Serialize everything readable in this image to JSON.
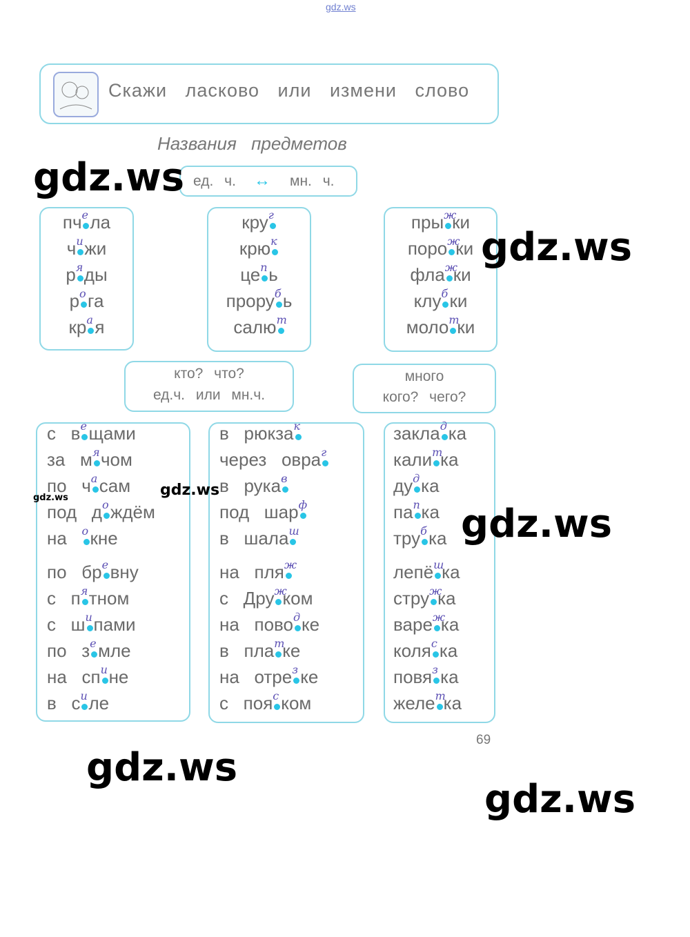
{
  "watermark": "gdz.ws",
  "header": {
    "title": "Скажи ласково или измени слово"
  },
  "subtitle": "Названия предметов",
  "pill": {
    "left": "ед. ч.",
    "arrow": "↔",
    "right": "мн. ч."
  },
  "box_q1": {
    "line1": "кто? что?",
    "line2": "ед.ч. или мн.ч."
  },
  "box_q2": {
    "line1": "много",
    "line2": "кого? чего?"
  },
  "page_number": "69",
  "colors": {
    "border": "#8fd8e6",
    "dot": "#29c5e6",
    "handwriting": "#5b4fb3"
  },
  "columns_top": [
    [
      {
        "pre": "пч",
        "hw": "е",
        "post": "ла"
      },
      {
        "pre": "ч",
        "hw": "и",
        "post": "жи"
      },
      {
        "pre": "р",
        "hw": "я",
        "post": "ды"
      },
      {
        "pre": "р",
        "hw": "о",
        "post": "га"
      },
      {
        "pre": "кр",
        "hw": "а",
        "post": "я"
      }
    ],
    [
      {
        "pre": "кру",
        "hw": "г",
        "post": ""
      },
      {
        "pre": "крю",
        "hw": "к",
        "post": ""
      },
      {
        "pre": "це",
        "hw": "п",
        "post": "ь"
      },
      {
        "pre": "прору",
        "hw": "б",
        "post": "ь"
      },
      {
        "pre": "салю",
        "hw": "т",
        "post": ""
      }
    ],
    [
      {
        "pre": "пры",
        "hw": "ж",
        "post": "ки"
      },
      {
        "pre": "поро",
        "hw": "ж",
        "post": "ки"
      },
      {
        "pre": "фла",
        "hw": "ж",
        "post": "ки"
      },
      {
        "pre": "клу",
        "hw": "б",
        "post": "ки"
      },
      {
        "pre": "моло",
        "hw": "т",
        "post": "ки"
      }
    ]
  ],
  "columns_bottom": [
    [
      {
        "pre": "с   в",
        "hw": "е",
        "post": "щами"
      },
      {
        "pre": "за   м",
        "hw": "я",
        "post": "чом"
      },
      {
        "pre": "по   ч",
        "hw": "а",
        "post": "сам"
      },
      {
        "pre": "под   д",
        "hw": "о",
        "post": "ждём"
      },
      {
        "pre": "на   ",
        "hw": "о",
        "post": "кне"
      },
      {
        "pre": "по   бр",
        "hw": "е",
        "post": "вну"
      },
      {
        "pre": "с   п",
        "hw": "я",
        "post": "тном"
      },
      {
        "pre": "с   ш",
        "hw": "и",
        "post": "пами"
      },
      {
        "pre": "по   з",
        "hw": "е",
        "post": "мле"
      },
      {
        "pre": "на   сп",
        "hw": "и",
        "post": "не"
      },
      {
        "pre": "в   с",
        "hw": "и",
        "post": "ле"
      }
    ],
    [
      {
        "pre": "в   рюкза",
        "hw": "к",
        "post": ""
      },
      {
        "pre": "через   овра",
        "hw": "г",
        "post": ""
      },
      {
        "pre": "в   рука",
        "hw": "в",
        "post": ""
      },
      {
        "pre": "под   шар",
        "hw": "ф",
        "post": ""
      },
      {
        "pre": "в   шала",
        "hw": "ш",
        "post": ""
      },
      {
        "pre": "на   пля",
        "hw": "ж",
        "post": ""
      },
      {
        "pre": "с   Дру",
        "hw": "ж",
        "post": "ком"
      },
      {
        "pre": "на   пово",
        "hw": "д",
        "post": "ке"
      },
      {
        "pre": "в   пла",
        "hw": "т",
        "post": "ке"
      },
      {
        "pre": "на   отре",
        "hw": "з",
        "post": "ке"
      },
      {
        "pre": "с   поя",
        "hw": "с",
        "post": "ком"
      }
    ],
    [
      {
        "pre": "закла",
        "hw": "д",
        "post": "ка"
      },
      {
        "pre": "кали",
        "hw": "т",
        "post": "ка"
      },
      {
        "pre": "ду",
        "hw": "д",
        "post": "ка"
      },
      {
        "pre": "па",
        "hw": "п",
        "post": "ка"
      },
      {
        "pre": "тру",
        "hw": "б",
        "post": "ка"
      },
      {
        "pre": "лепё",
        "hw": "ш",
        "post": "ка"
      },
      {
        "pre": "стру",
        "hw": "ж",
        "post": "ка"
      },
      {
        "pre": "варе",
        "hw": "ж",
        "post": "ка"
      },
      {
        "pre": "коля",
        "hw": "с",
        "post": "ка"
      },
      {
        "pre": "повя",
        "hw": "з",
        "post": "ка"
      },
      {
        "pre": "желе",
        "hw": "т",
        "post": "ка"
      }
    ]
  ]
}
